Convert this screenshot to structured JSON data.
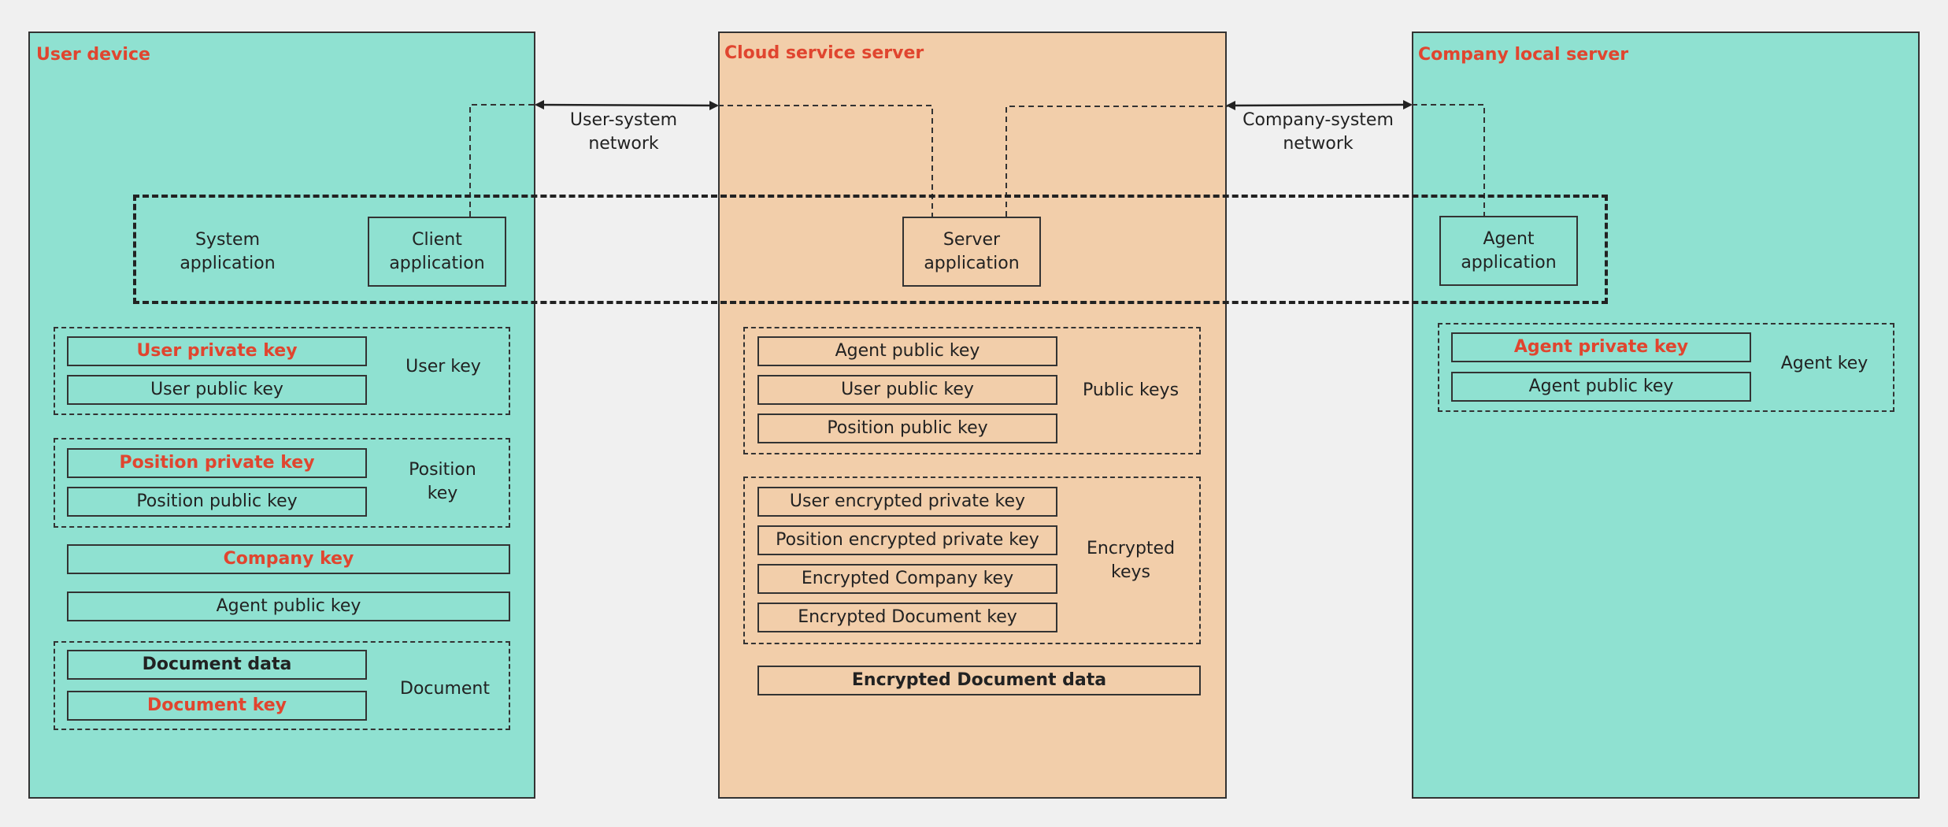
{
  "panels": {
    "user_device": "User device",
    "cloud_server": "Cloud service server",
    "company_server": "Company local server"
  },
  "networks": {
    "user_system": "User-system network",
    "company_system": "Company-system network"
  },
  "system_application": "System application",
  "apps": {
    "client": "Client application",
    "server": "Server application",
    "agent": "Agent application"
  },
  "user_device": {
    "user_key_group": "User key",
    "user_private_key": "User private key",
    "user_public_key": "User public key",
    "position_key_group": "Position key",
    "position_private_key": "Position private key",
    "position_public_key": "Position public key",
    "company_key": "Company key",
    "agent_public_key": "Agent public key",
    "document_group": "Document",
    "document_data": "Document data",
    "document_key": "Document key"
  },
  "cloud": {
    "public_keys_group": "Public keys",
    "agent_public_key": "Agent public key",
    "user_public_key": "User public key",
    "position_public_key": "Position public key",
    "encrypted_keys_group": "Encrypted keys",
    "user_encrypted_private_key": "User encrypted private key",
    "position_encrypted_private_key": "Position encrypted private key",
    "encrypted_company_key": "Encrypted Company key",
    "encrypted_document_key": "Encrypted Document key",
    "encrypted_document_data": "Encrypted Document data"
  },
  "company": {
    "agent_key_group": "Agent key",
    "agent_private_key": "Agent private key",
    "agent_public_key": "Agent public key"
  },
  "colors": {
    "teal": "#8fe1d1",
    "peach": "#f2ceaa",
    "accent_red": "#e0452f",
    "background": "#f0f0f0"
  }
}
